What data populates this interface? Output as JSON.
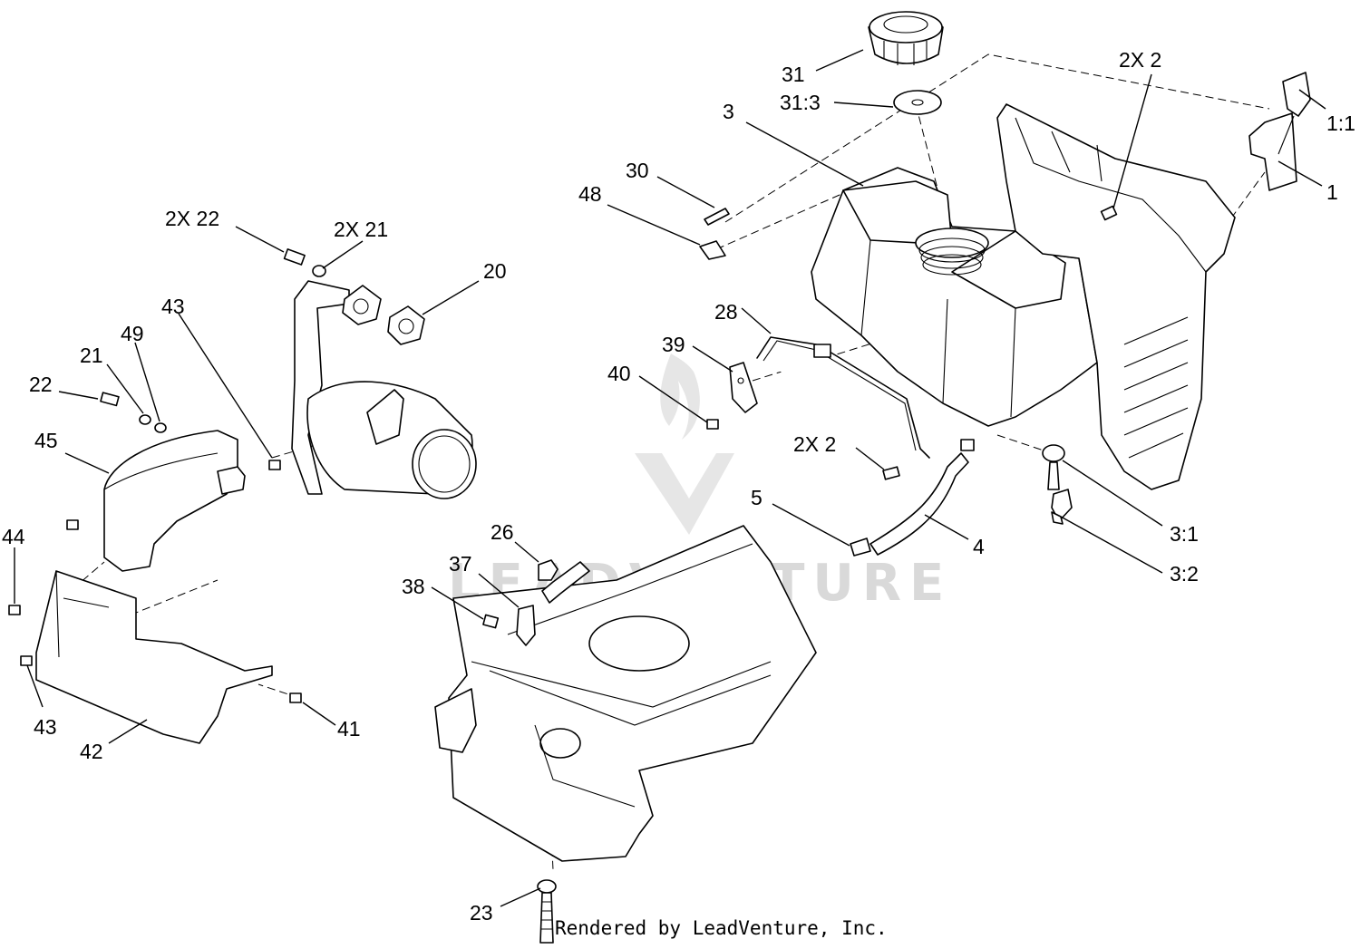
{
  "watermark": {
    "brand_text": "LEADVENTURE"
  },
  "credit": "Rendered by LeadVenture, Inc.",
  "callouts": [
    {
      "id": "c-31",
      "text": "31"
    },
    {
      "id": "c-31-3",
      "text": "31:3"
    },
    {
      "id": "c-3",
      "text": "3"
    },
    {
      "id": "c-2x2-top",
      "text": "2X  2"
    },
    {
      "id": "c-1-1",
      "text": "1:1"
    },
    {
      "id": "c-1",
      "text": "1"
    },
    {
      "id": "c-30",
      "text": "30"
    },
    {
      "id": "c-48",
      "text": "48"
    },
    {
      "id": "c-2x22",
      "text": "2X  22"
    },
    {
      "id": "c-2x21",
      "text": "2X  21"
    },
    {
      "id": "c-20",
      "text": "20"
    },
    {
      "id": "c-43-top",
      "text": "43"
    },
    {
      "id": "c-49",
      "text": "49"
    },
    {
      "id": "c-21",
      "text": "21"
    },
    {
      "id": "c-22",
      "text": "22"
    },
    {
      "id": "c-45",
      "text": "45"
    },
    {
      "id": "c-28",
      "text": "28"
    },
    {
      "id": "c-39",
      "text": "39"
    },
    {
      "id": "c-40",
      "text": "40"
    },
    {
      "id": "c-2x2-mid",
      "text": "2X  2"
    },
    {
      "id": "c-5",
      "text": "5"
    },
    {
      "id": "c-4",
      "text": "4"
    },
    {
      "id": "c-3-1",
      "text": "3:1"
    },
    {
      "id": "c-3-2",
      "text": "3:2"
    },
    {
      "id": "c-44",
      "text": "44"
    },
    {
      "id": "c-26",
      "text": "26"
    },
    {
      "id": "c-37",
      "text": "37"
    },
    {
      "id": "c-38",
      "text": "38"
    },
    {
      "id": "c-43-bottom",
      "text": "43"
    },
    {
      "id": "c-42",
      "text": "42"
    },
    {
      "id": "c-41",
      "text": "41"
    },
    {
      "id": "c-23",
      "text": "23"
    }
  ]
}
